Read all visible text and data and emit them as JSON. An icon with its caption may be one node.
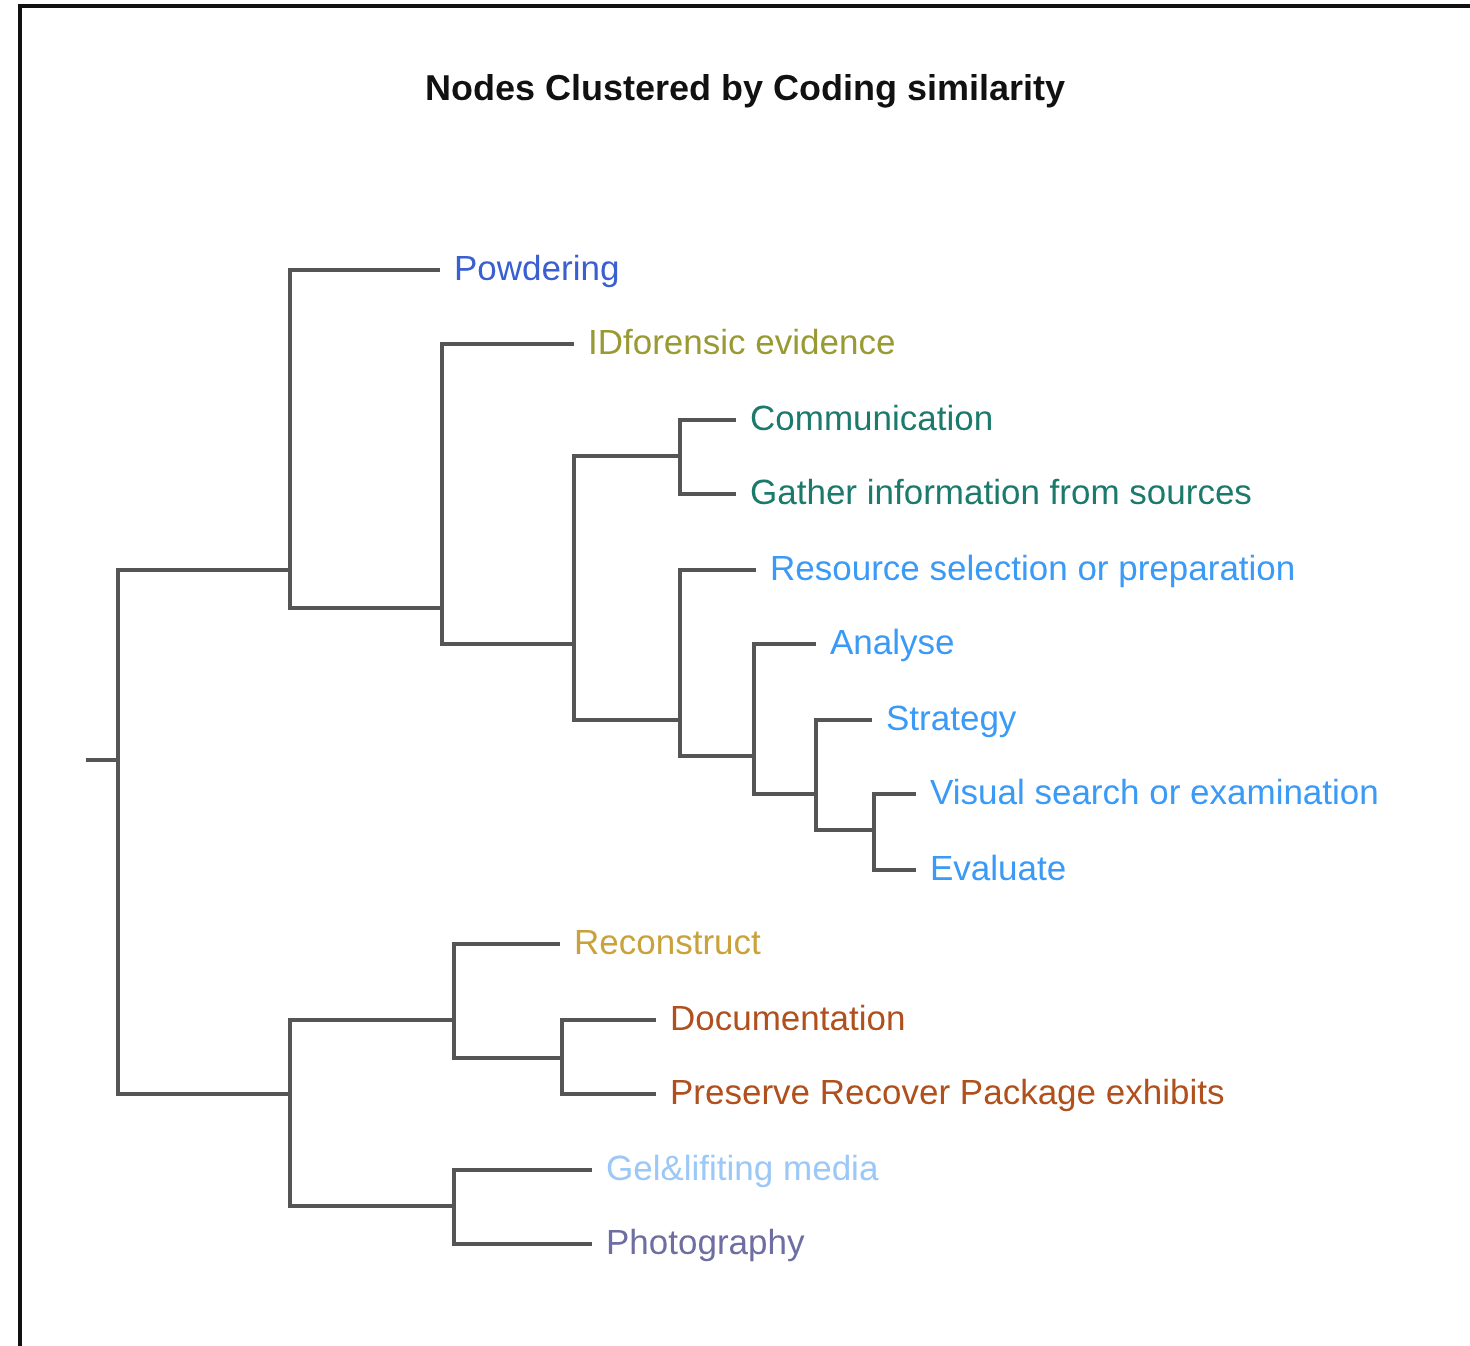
{
  "diagram": {
    "title": "Nodes Clustered by Coding similarity",
    "nodes": [
      {
        "text": [
          "Powdering"
        ]
      },
      {
        "text": [
          "IDforensic evidence"
        ]
      },
      {
        "text": [
          "Communication"
        ]
      },
      {
        "text": [
          "Gather information from sources"
        ]
      },
      {
        "text": [
          "Resource selection or preparation"
        ]
      },
      {
        "text": [
          "Analyse"
        ]
      },
      {
        "text": [
          "Strategy"
        ]
      },
      {
        "text": [
          "Visual search or examination"
        ]
      },
      {
        "text": [
          "Evaluate"
        ]
      },
      {
        "text": [
          "Reconstruct"
        ]
      },
      {
        "text": [
          "Documentation"
        ]
      },
      {
        "text": [
          "Preserve Recover Package exhibits"
        ]
      },
      {
        "text": [
          "Gel&lifiting media"
        ]
      },
      {
        "text": [
          "Photography"
        ]
      }
    ],
    "edges": [
      {
        "from": null,
        "to": 0,
        "arrow": "none"
      },
      {
        "from": null,
        "to": 1,
        "arrow": "none"
      },
      {
        "from": null,
        "to": 2,
        "arrow": "none"
      },
      {
        "from": null,
        "to": 3,
        "arrow": "none"
      },
      {
        "from": null,
        "to": 4,
        "arrow": "none"
      },
      {
        "from": null,
        "to": 5,
        "arrow": "none"
      },
      {
        "from": null,
        "to": 6,
        "arrow": "none"
      },
      {
        "from": null,
        "to": 7,
        "arrow": "none"
      },
      {
        "from": null,
        "to": 8,
        "arrow": "none"
      },
      {
        "from": null,
        "to": 9,
        "arrow": "none"
      },
      {
        "from": null,
        "to": 10,
        "arrow": "none"
      },
      {
        "from": null,
        "to": 11,
        "arrow": "none"
      },
      {
        "from": null,
        "to": 12,
        "arrow": "none"
      },
      {
        "from": null,
        "to": 13,
        "arrow": "none"
      }
    ]
  }
}
